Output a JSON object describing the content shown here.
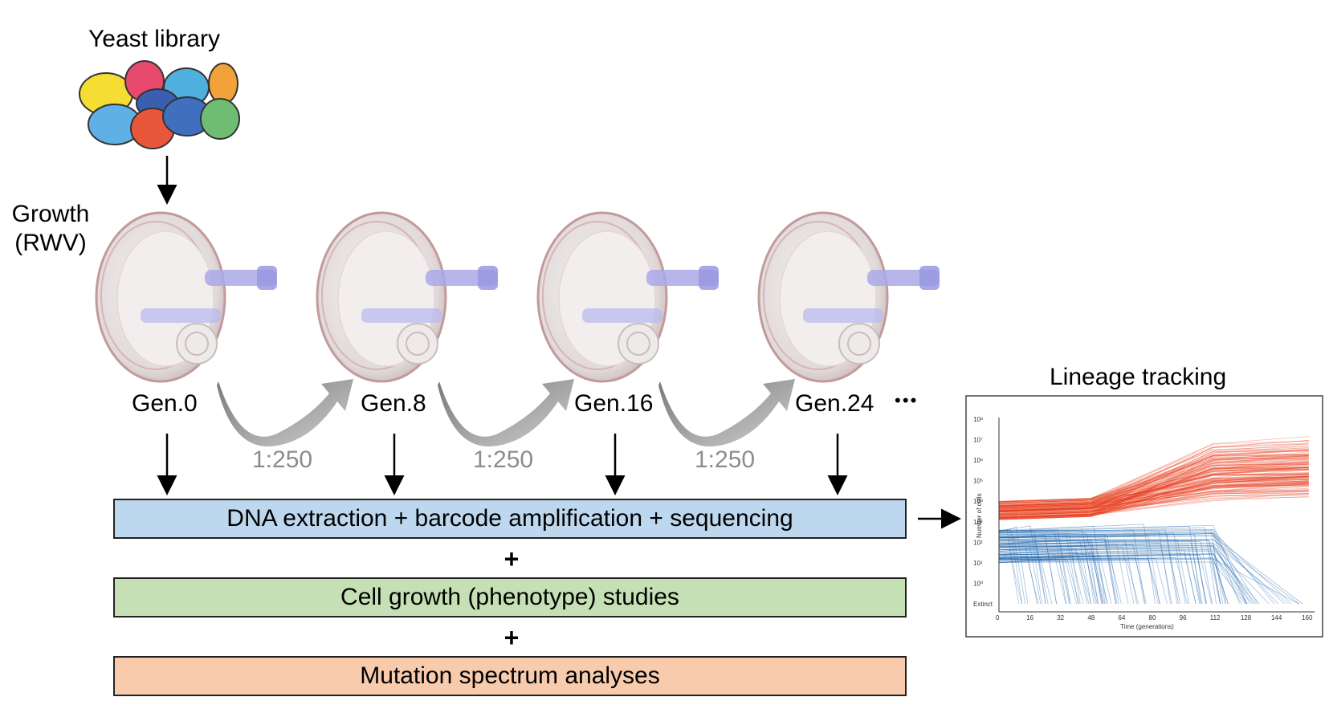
{
  "library": {
    "title": "Yeast library"
  },
  "growth": {
    "line1": "Growth",
    "line2": "(RWV)"
  },
  "generations": [
    "Gen.0",
    "Gen.8",
    "Gen.16",
    "Gen.24"
  ],
  "ellipsis": "• • •",
  "dilution": [
    "1:250",
    "1:250",
    "1:250"
  ],
  "steps": [
    {
      "label": "DNA extraction + barcode amplification + sequencing",
      "color": "#bdd7ee"
    },
    {
      "label": "Cell growth (phenotype) studies",
      "color": "#c5e0b4"
    },
    {
      "label": "Mutation spectrum analyses",
      "color": "#f8cbad"
    }
  ],
  "plus": "+",
  "lineage": {
    "title": "Lineage tracking",
    "chart_data": {
      "type": "line",
      "title": "Lineage tracking",
      "xlabel": "Time (generations)",
      "ylabel": "Number of cells",
      "x_ticks": [
        0,
        16,
        32,
        48,
        64,
        80,
        96,
        112,
        128,
        144,
        160
      ],
      "y_ticks": [
        "Extinct",
        "10⁰",
        "10¹",
        "10²",
        "10³",
        "10⁴",
        "10⁵",
        "10⁶",
        "10⁷",
        "10⁸"
      ],
      "series": [
        {
          "color": "#e8401f",
          "start_log10": 3.5,
          "end_log10": 5.2
        },
        {
          "color": "#2166ac",
          "start_log10": 1.7,
          "end": "extinct"
        }
      ]
    }
  },
  "colors": {
    "yeast": [
      "#f5dd33",
      "#e84a6e",
      "#4fb0e0",
      "#f3a23a",
      "#5fb0e5",
      "#e8573a",
      "#3f6fbe",
      "#6fbd72"
    ],
    "arrow": "#000000",
    "transfer_arrow": "#9a9a9a"
  }
}
